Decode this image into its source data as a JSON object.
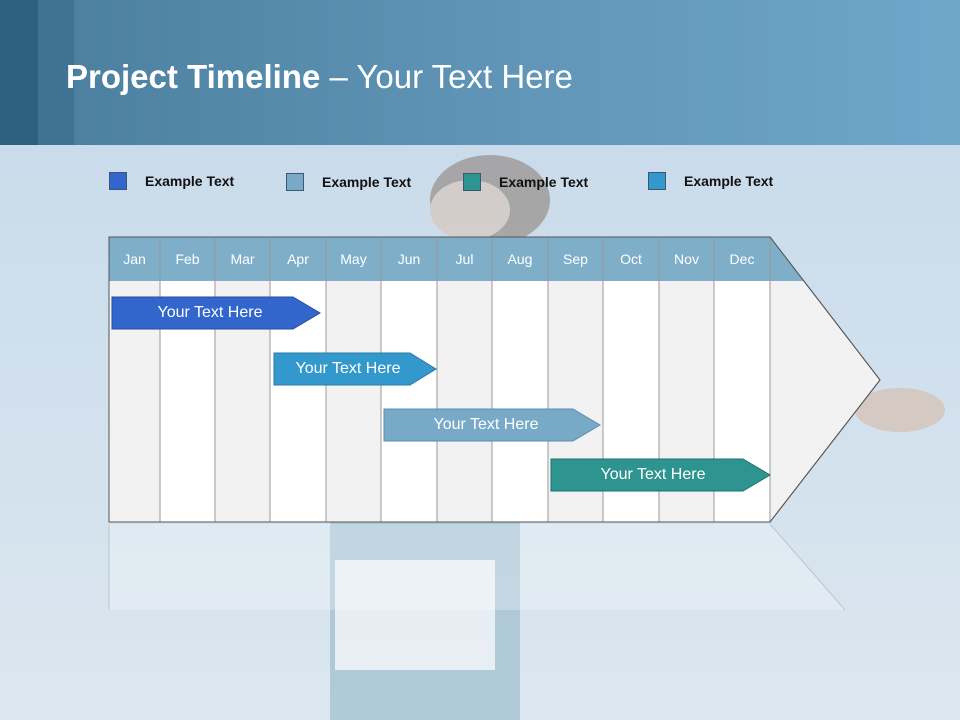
{
  "slide": {
    "title_bold": "Project Timeline",
    "title_rest": " – Your Text Here"
  },
  "legend": [
    {
      "label": "Example Text",
      "color": "#3366cc"
    },
    {
      "label": "Example Text",
      "color": "#78aac8"
    },
    {
      "label": "Example Text",
      "color": "#2e9490"
    },
    {
      "label": "Example Text",
      "color": "#3399cc"
    }
  ],
  "months": [
    "Jan",
    "Feb",
    "Mar",
    "Apr",
    "May",
    "Jun",
    "Jul",
    "Aug",
    "Sep",
    "Oct",
    "Nov",
    "Dec"
  ],
  "tasks": [
    {
      "label": "Your  Text Here",
      "color": "#3366cc"
    },
    {
      "label": "Your  Text Here",
      "color": "#3399cc"
    },
    {
      "label": "Your  Text Here",
      "color": "#78aac8"
    },
    {
      "label": "Your  Text Here",
      "color": "#2e9490"
    }
  ],
  "colors": {
    "header_row": "#7fafc8",
    "column_light": "#f2f2f2",
    "column_white": "#ffffff"
  }
}
